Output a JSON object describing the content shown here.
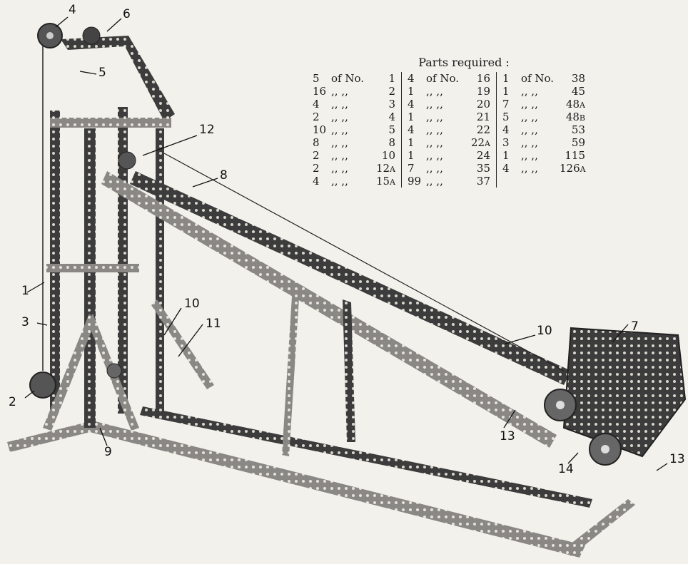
{
  "parts": {
    "title": "Parts required :",
    "columns": [
      [
        {
          "qty": "5",
          "of": "of No.",
          "no": "1",
          "suffix": ""
        },
        {
          "qty": "16",
          "of": ",,   ,,",
          "no": "2",
          "suffix": ""
        },
        {
          "qty": "4",
          "of": ",,   ,,",
          "no": "3",
          "suffix": ""
        },
        {
          "qty": "2",
          "of": ",,   ,,",
          "no": "4",
          "suffix": ""
        },
        {
          "qty": "10",
          "of": ",,   ,,",
          "no": "5",
          "suffix": ""
        },
        {
          "qty": "8",
          "of": ",,   ,,",
          "no": "8",
          "suffix": ""
        },
        {
          "qty": "2",
          "of": ",,   ,,",
          "no": "10",
          "suffix": ""
        },
        {
          "qty": "2",
          "of": ",,   ,,",
          "no": "12",
          "suffix": "A"
        },
        {
          "qty": "4",
          "of": ",,   ,,",
          "no": "15",
          "suffix": "A"
        }
      ],
      [
        {
          "qty": "4",
          "of": "of No.",
          "no": "16",
          "suffix": ""
        },
        {
          "qty": "1",
          "of": ",,   ,,",
          "no": "19",
          "suffix": ""
        },
        {
          "qty": "4",
          "of": ",,   ,,",
          "no": "20",
          "suffix": ""
        },
        {
          "qty": "1",
          "of": ",,   ,,",
          "no": "21",
          "suffix": ""
        },
        {
          "qty": "4",
          "of": ",,   ,,",
          "no": "22",
          "suffix": ""
        },
        {
          "qty": "1",
          "of": ",,   ,,",
          "no": "22",
          "suffix": "A"
        },
        {
          "qty": "1",
          "of": ",,   ,,",
          "no": "24",
          "suffix": ""
        },
        {
          "qty": "7",
          "of": ",,   ,,",
          "no": "35",
          "suffix": ""
        },
        {
          "qty": "99",
          "of": ",,   ,,",
          "no": "37",
          "suffix": ""
        }
      ],
      [
        {
          "qty": "1",
          "of": "of No.",
          "no": "38",
          "suffix": ""
        },
        {
          "qty": "1",
          "of": ",,   ,,",
          "no": "45",
          "suffix": ""
        },
        {
          "qty": "7",
          "of": ",,   ,,",
          "no": "48",
          "suffix": "A"
        },
        {
          "qty": "5",
          "of": ",,   ,,",
          "no": "48",
          "suffix": "B"
        },
        {
          "qty": "4",
          "of": ",,   ,,",
          "no": "53",
          "suffix": ""
        },
        {
          "qty": "3",
          "of": ",,   ,,",
          "no": "59",
          "suffix": ""
        },
        {
          "qty": "1",
          "of": ",,   ,,",
          "no": "115",
          "suffix": ""
        },
        {
          "qty": "4",
          "of": ",,   ,,",
          "no": "126",
          "suffix": "A"
        }
      ]
    ]
  },
  "callouts": {
    "c1": "1",
    "c2": "2",
    "c3": "3",
    "c4": "4",
    "c5": "5",
    "c6": "6",
    "c7": "7",
    "c8": "8",
    "c9": "9",
    "c10a": "10",
    "c10b": "10",
    "c11": "11",
    "c12": "12",
    "c13a": "13",
    "c13b": "13",
    "c14": "14"
  }
}
